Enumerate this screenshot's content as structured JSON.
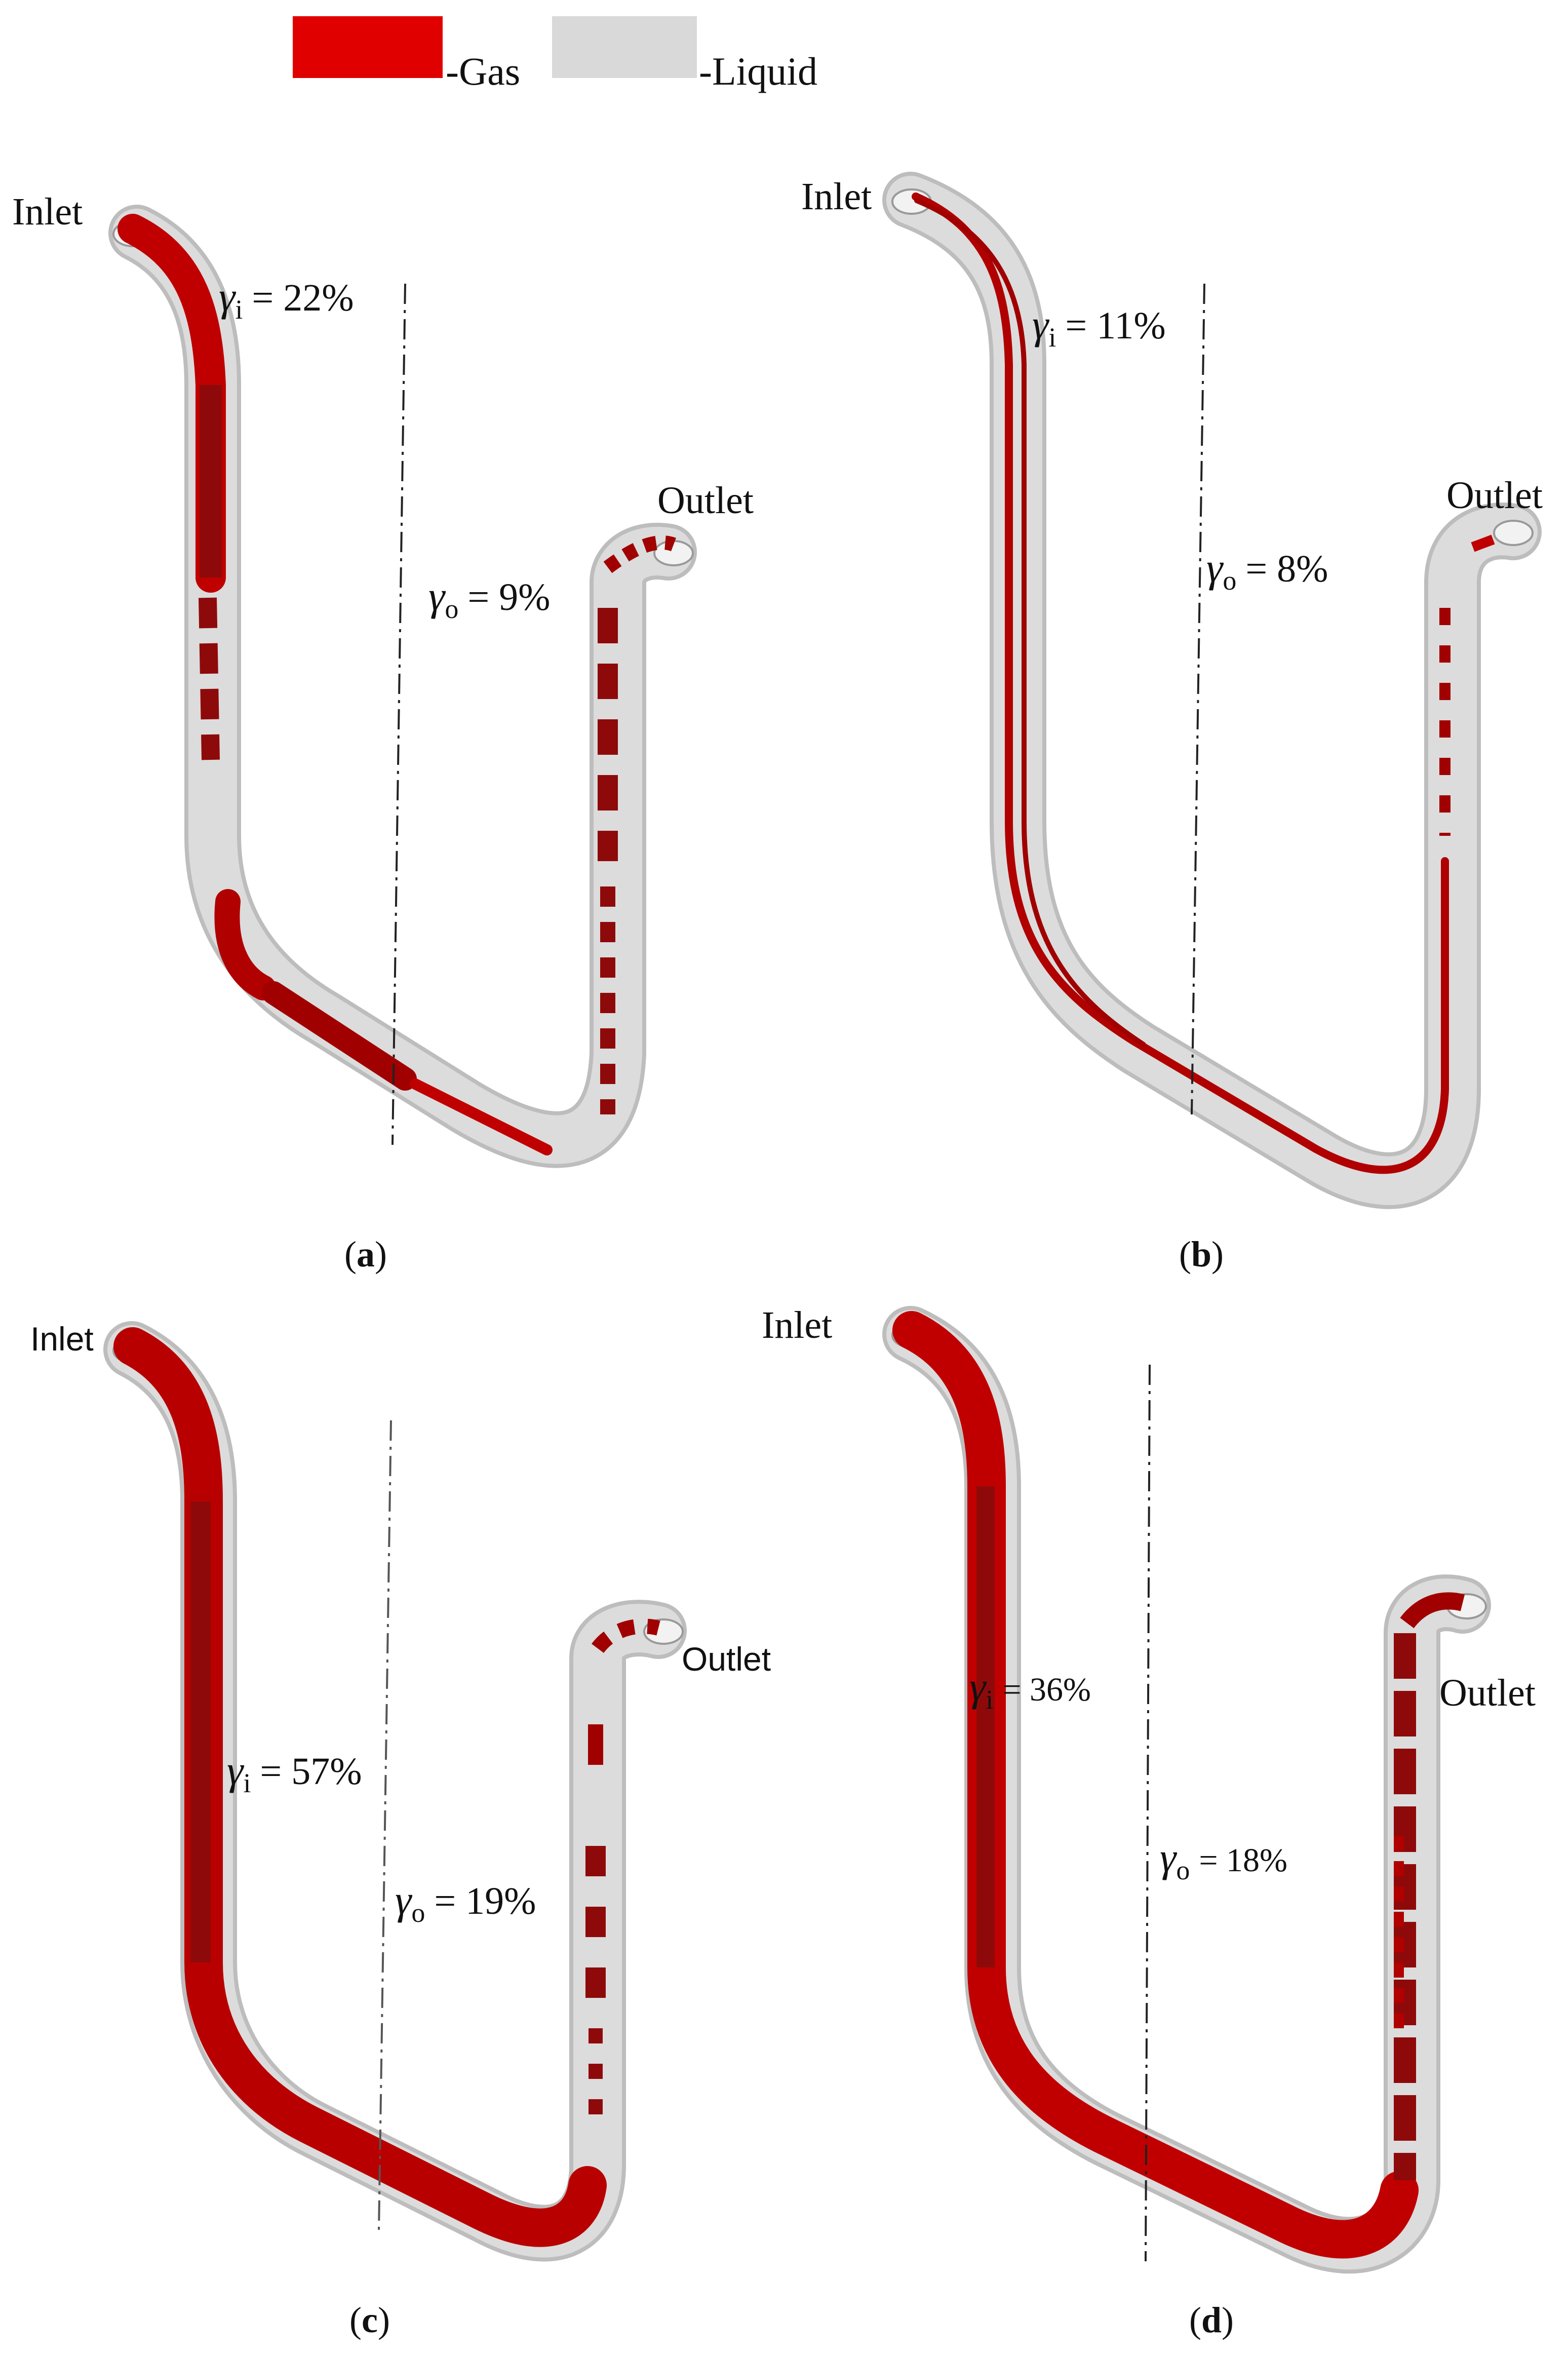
{
  "legend": {
    "gas_label": "-Gas",
    "liquid_label": "-Liquid",
    "gas_color": "#e00000",
    "liquid_color": "#d9d9d9"
  },
  "colors": {
    "pipe_liquid": "#dcdcdc",
    "pipe_edge": "#bdbdbd",
    "gas_dark": "#8e0a0a",
    "gas_bright": "#e00000",
    "axis_line": "#222222"
  },
  "panels": [
    {
      "letter": "a",
      "inlet": "Inlet",
      "outlet": "Outlet",
      "gamma_i_symbol": "γ",
      "gamma_i_sub": "i",
      "gamma_i_value": "= 22%",
      "gamma_o_symbol": "γ",
      "gamma_o_sub": "o",
      "gamma_o_value": "= 9%"
    },
    {
      "letter": "b",
      "inlet": "Inlet",
      "outlet": "Outlet",
      "gamma_i_symbol": "γ",
      "gamma_i_sub": "i",
      "gamma_i_value": "= 11%",
      "gamma_o_symbol": "γ",
      "gamma_o_sub": "o",
      "gamma_o_value": "= 8%"
    },
    {
      "letter": "c",
      "inlet": "Inlet",
      "outlet": "Outlet",
      "gamma_i_symbol": "γ",
      "gamma_i_sub": "i",
      "gamma_i_value": "= 57%",
      "gamma_o_symbol": "γ",
      "gamma_o_sub": "o",
      "gamma_o_value": "= 19%"
    },
    {
      "letter": "d",
      "inlet": "Inlet",
      "outlet": "Outlet",
      "gamma_i_symbol": "γ",
      "gamma_i_sub": "i",
      "gamma_i_value": "= 36%",
      "gamma_o_symbol": "γ",
      "gamma_o_sub": "o",
      "gamma_o_value": "= 18%"
    }
  ]
}
